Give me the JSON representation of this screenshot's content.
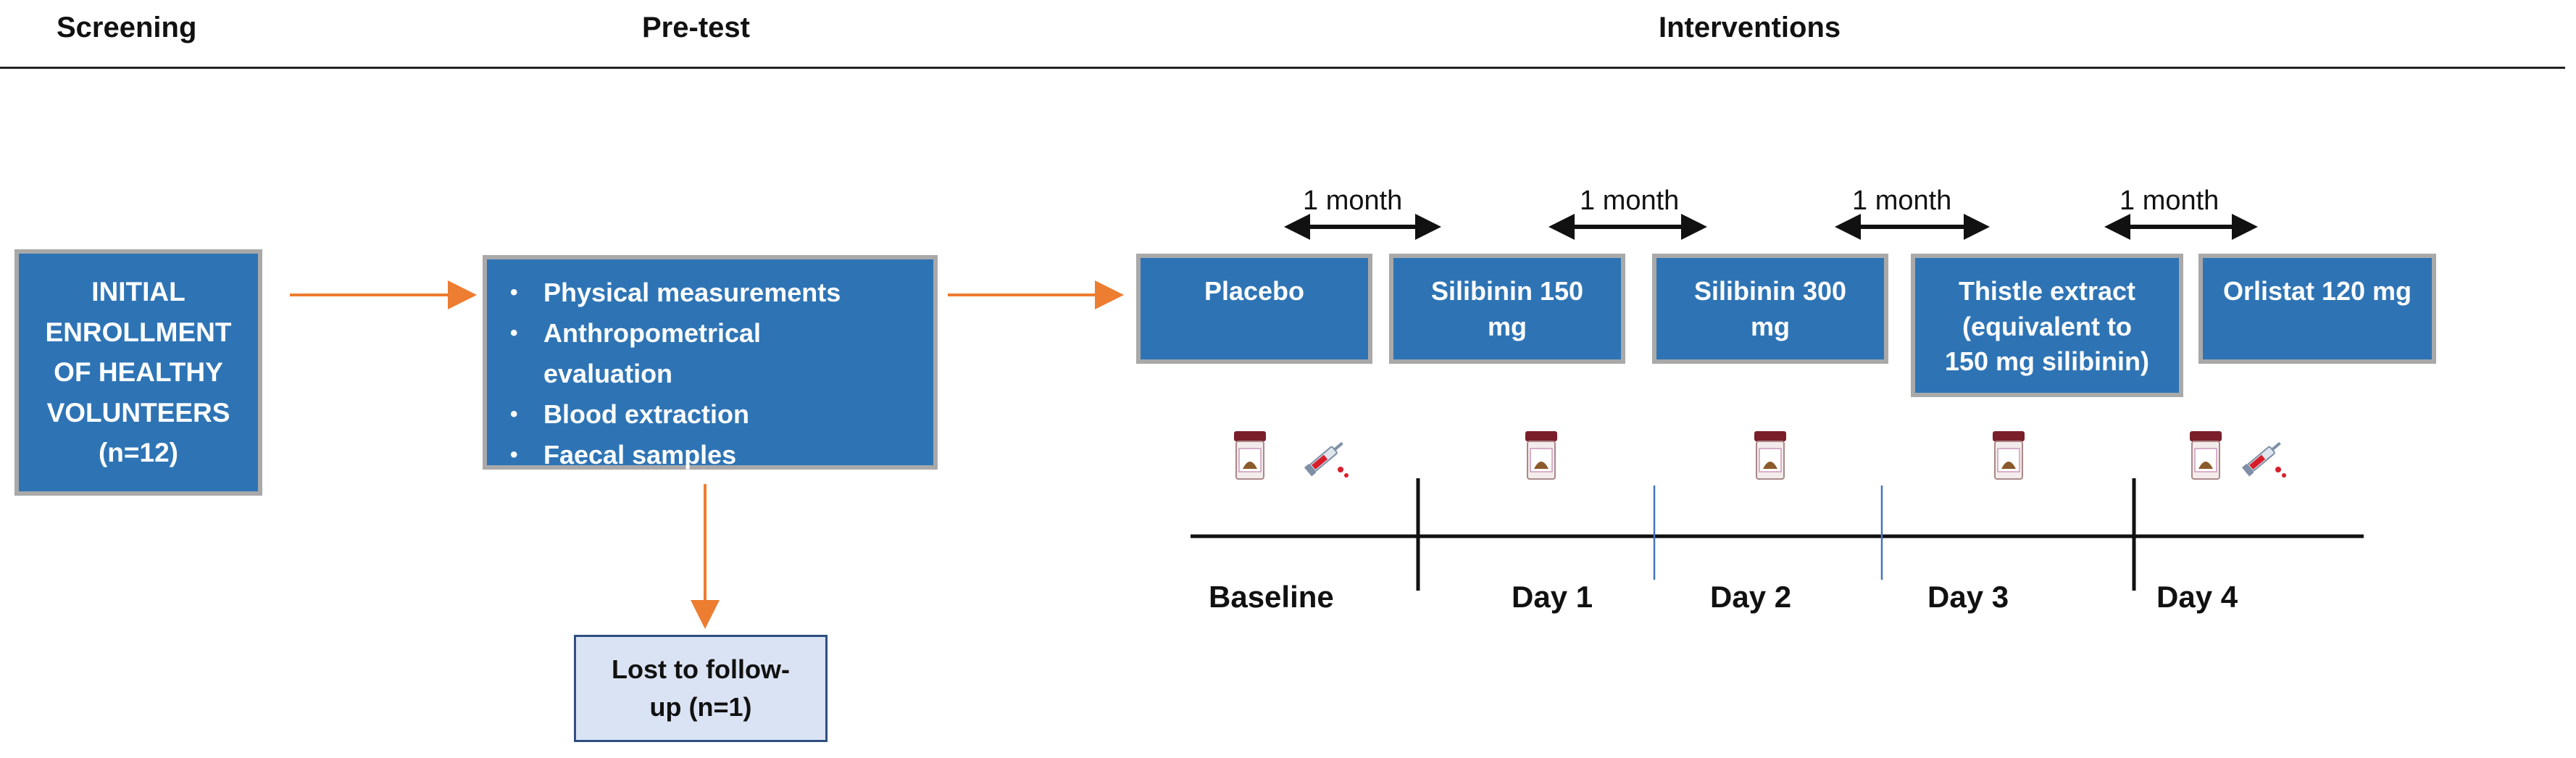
{
  "headers": {
    "screening": "Screening",
    "pretest": "Pre-test",
    "interventions": "Interventions"
  },
  "enrollment": {
    "lines": [
      "INITIAL",
      "ENROLLMENT",
      "OF HEALTHY",
      "VOLUNTEERS",
      "(n=12)"
    ]
  },
  "pretest_items": [
    "Physical measurements",
    "Anthropometrical",
    "evaluation",
    "Blood extraction",
    "Faecal samples"
  ],
  "lost_followup": [
    "Lost to follow-",
    "up (n=1)"
  ],
  "interventions": {
    "placebo": "Placebo",
    "silibinin150": [
      "Silibinin 150",
      "mg"
    ],
    "silibinin300": [
      "Silibinin 300",
      "mg"
    ],
    "thistle": [
      "Thistle extract",
      "(equivalent to",
      "150 mg silibinin)"
    ],
    "orlistat": "Orlistat 120 mg"
  },
  "washout_label": "1 month",
  "timeline": {
    "days": [
      "Baseline",
      "Day 1",
      "Day 2",
      "Day 3",
      "Day 4"
    ]
  },
  "colors": {
    "box_fill": "#2e74b5",
    "box_border": "#a9a9a9",
    "arrow_orange": "#ed7d31",
    "lost_fill": "#dae3f3",
    "divider_blue": "#4472c4"
  },
  "icons": [
    "stool-sample-jar-icon",
    "blood-syringe-icon"
  ]
}
